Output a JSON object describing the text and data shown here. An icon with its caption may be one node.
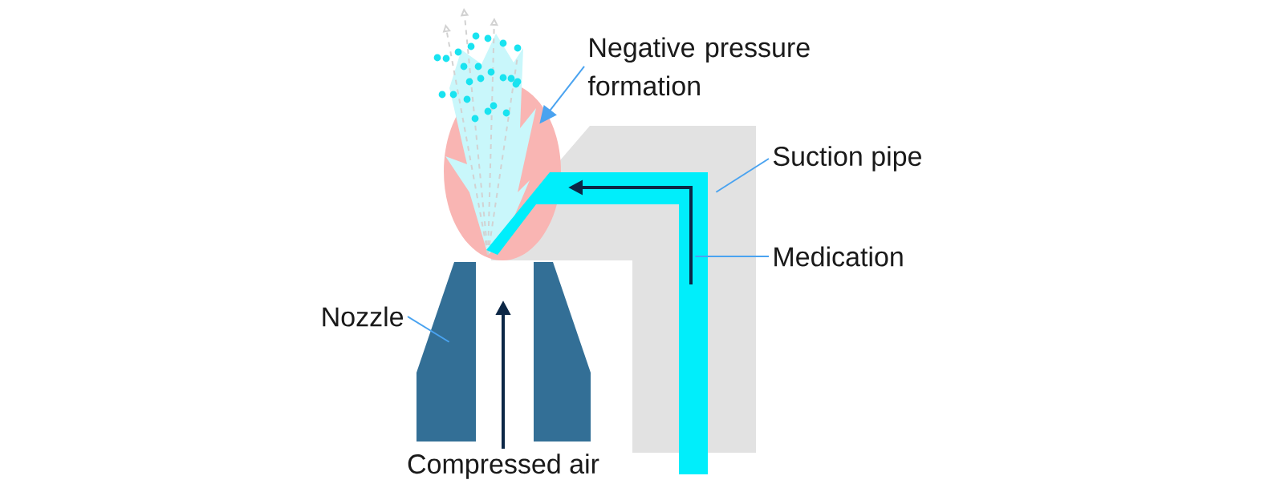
{
  "diagram": {
    "nodes": [
      {
        "text": [
          "Negative pressure formation"
        ]
      },
      {
        "text": [],
        "shape": "ellipse"
      },
      {
        "text": [
          "Suction pipe"
        ]
      },
      {
        "text": [],
        "shape": "pipe"
      },
      {
        "text": [
          "Medication"
        ]
      },
      {
        "text": [],
        "shape": "pipe"
      },
      {
        "text": [
          "Nozzle"
        ]
      },
      {
        "text": [],
        "shape": "nozzle"
      }
    ],
    "edges": [
      {
        "from": 0,
        "to": 1,
        "arrow": "to"
      },
      {
        "from": 2,
        "to": 3,
        "arrow": "none"
      },
      {
        "from": 4,
        "to": 5,
        "arrow": "none"
      },
      {
        "from": 6,
        "to": 7,
        "arrow": "none"
      }
    ],
    "labels": [
      "Compressed air"
    ]
  }
}
